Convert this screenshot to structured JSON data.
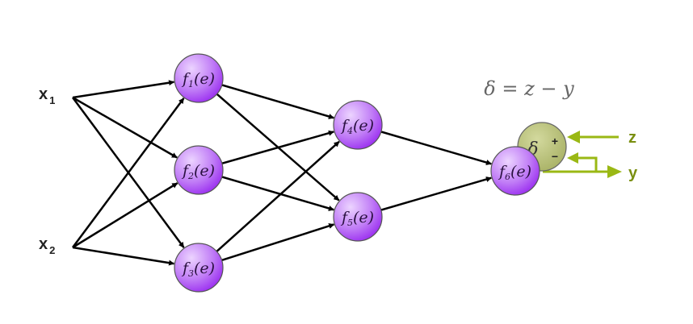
{
  "diagram": {
    "title_formula": "δ = z − y",
    "inputs": [
      {
        "id": "x1",
        "base": "x",
        "sub": "1"
      },
      {
        "id": "x2",
        "base": "x",
        "sub": "2"
      }
    ],
    "nodes": [
      {
        "id": "f1",
        "base": "f",
        "sub": "1",
        "arg": "(e)",
        "layer": 1
      },
      {
        "id": "f2",
        "base": "f",
        "sub": "2",
        "arg": "(e)",
        "layer": 1
      },
      {
        "id": "f3",
        "base": "f",
        "sub": "3",
        "arg": "(e)",
        "layer": 1
      },
      {
        "id": "f4",
        "base": "f",
        "sub": "4",
        "arg": "(e)",
        "layer": 2
      },
      {
        "id": "f5",
        "base": "f",
        "sub": "5",
        "arg": "(e)",
        "layer": 2
      },
      {
        "id": "f6",
        "base": "f",
        "sub": "6",
        "arg": "(e)",
        "layer": 3
      }
    ],
    "edges": [
      [
        "x1",
        "f1"
      ],
      [
        "x1",
        "f2"
      ],
      [
        "x1",
        "f3"
      ],
      [
        "x2",
        "f1"
      ],
      [
        "x2",
        "f2"
      ],
      [
        "x2",
        "f3"
      ],
      [
        "f1",
        "f4"
      ],
      [
        "f1",
        "f5"
      ],
      [
        "f2",
        "f4"
      ],
      [
        "f2",
        "f5"
      ],
      [
        "f3",
        "f4"
      ],
      [
        "f3",
        "f5"
      ],
      [
        "f4",
        "f6"
      ],
      [
        "f5",
        "f6"
      ]
    ],
    "error_node": {
      "symbol": "δ",
      "plus": "+",
      "minus": "−"
    },
    "outputs": {
      "target": "z",
      "output": "y"
    },
    "colors": {
      "node_fill_light": "#e8c8ff",
      "node_fill_dark": "#a040f0",
      "node_stroke": "#555555",
      "edge": "#000000",
      "error_fill": "#b9c27a",
      "error_arrow": "#9ab814",
      "output_text": "#7a8f10"
    }
  }
}
